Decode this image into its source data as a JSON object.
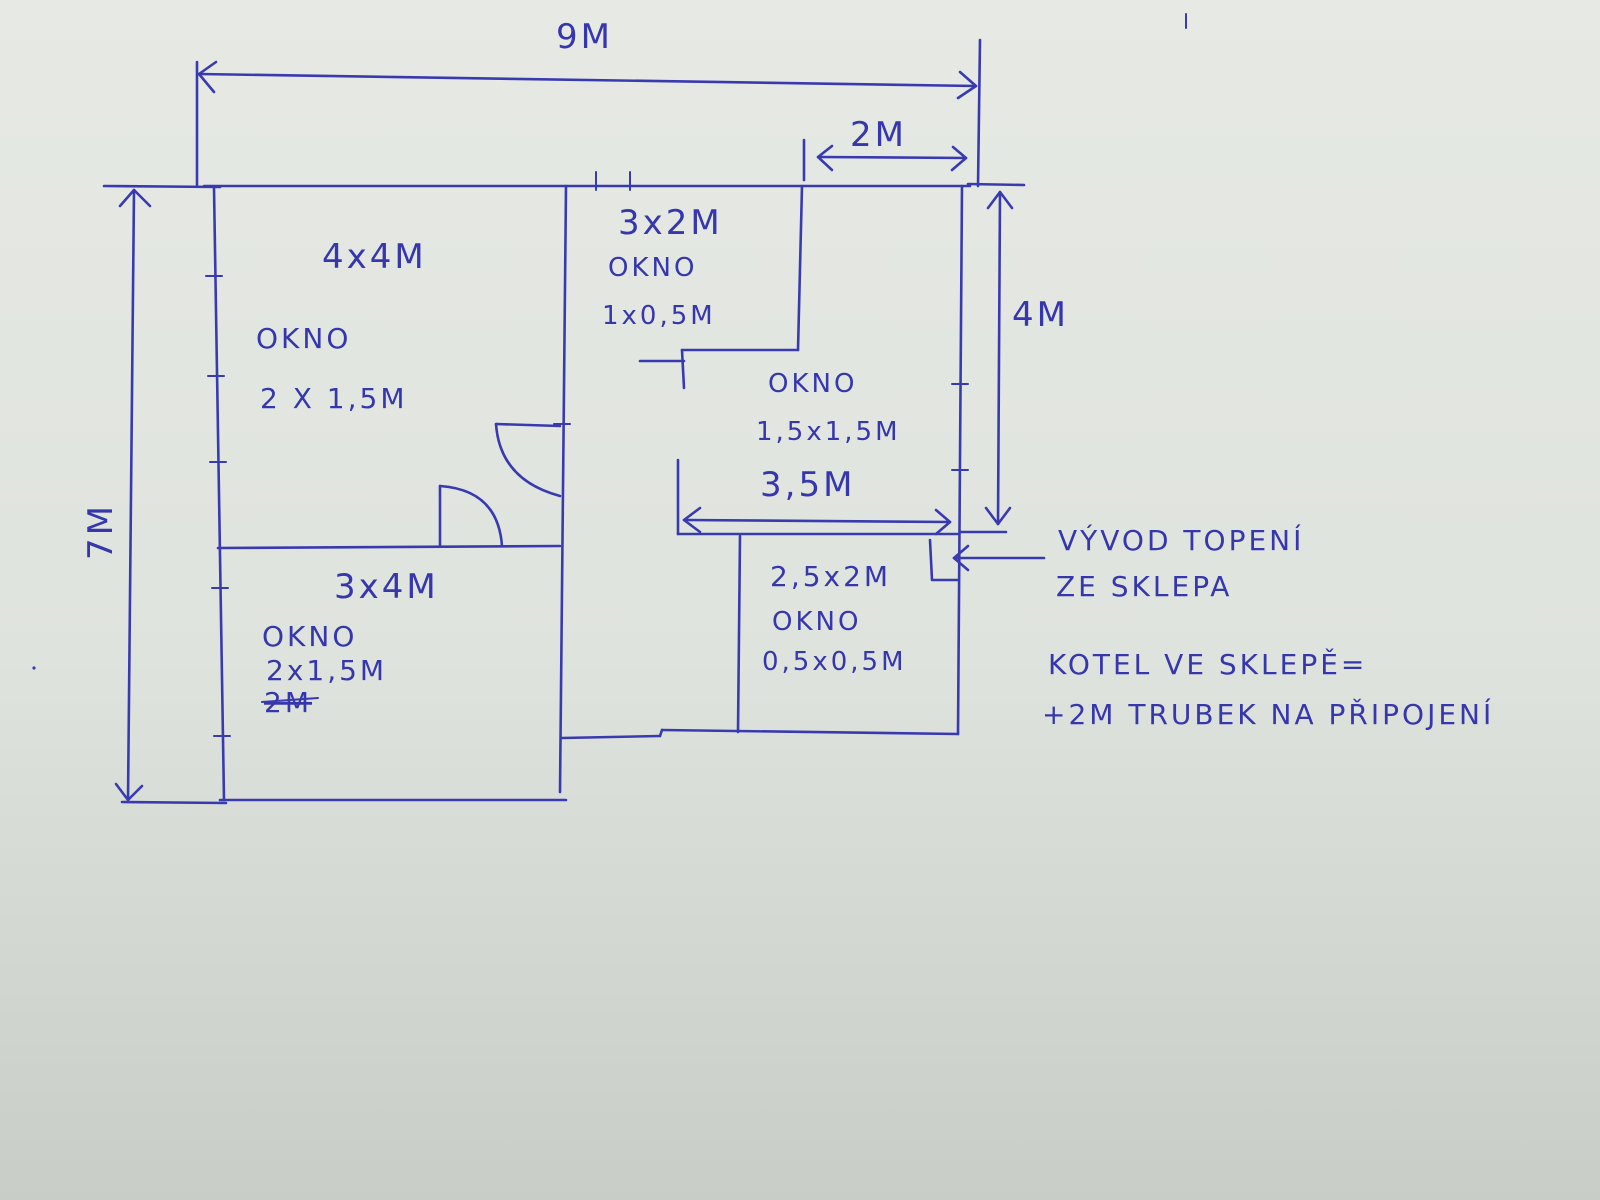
{
  "dimensions": {
    "total_width": "9M",
    "total_height": "7M",
    "top_right_width": "2M",
    "right_height": "4M",
    "middle_width": "3,5M"
  },
  "rooms": {
    "room_a": {
      "size": "4x4M",
      "window_label": "OKNO",
      "window_size": "2 X 1,5M"
    },
    "room_b": {
      "size": "3x2M",
      "window_label": "OKNO",
      "window_size": "1x0,5M"
    },
    "room_c": {
      "window_label": "OKNO",
      "window_size": "1,5x1,5M"
    },
    "room_d": {
      "size": "3x4M",
      "window_label": "OKNO",
      "window_size": "2x1,5M",
      "struck_note": "2M"
    },
    "room_e": {
      "size": "2,5x2M",
      "window_label": "OKNO",
      "window_size": "0,5x0,5M"
    }
  },
  "notes": {
    "heating_outlet_line1": "VÝVOD TOPENÍ",
    "heating_outlet_line2": "ZE SKLEPA",
    "boiler_line1": "KOTEL VE SKLEPĚ=",
    "boiler_line2": "+2M TRUBEK NA PŘIPOJENÍ"
  },
  "colors": {
    "ink": "#3a3ab0",
    "paper": "#e3e6e1"
  }
}
